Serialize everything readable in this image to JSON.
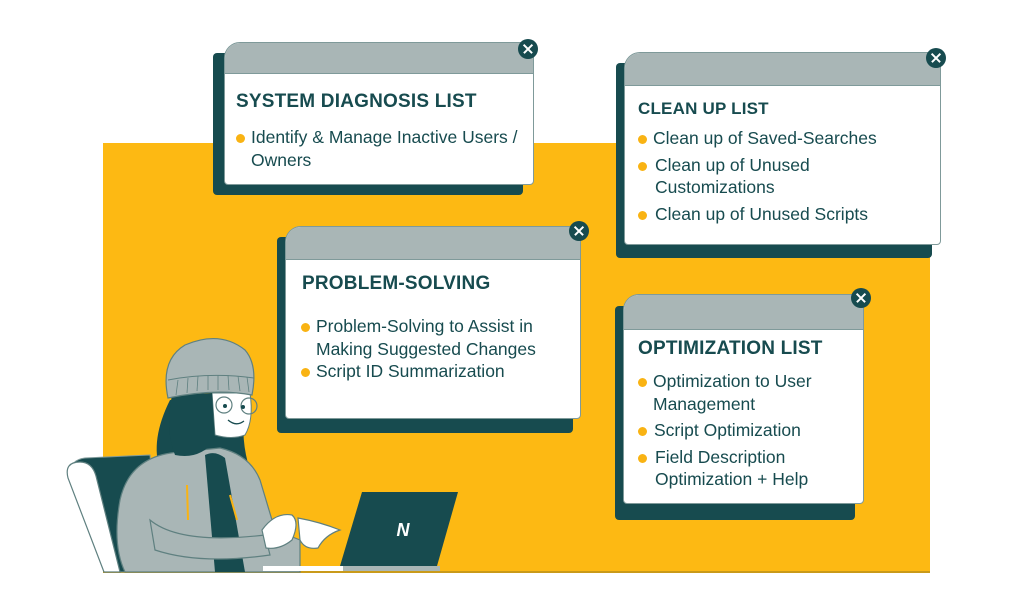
{
  "colors": {
    "accent_yellow": "#FDB913",
    "dark_teal": "#174B4F",
    "header_grey": "#A9B6B6",
    "bullet_yellow": "#F9B313",
    "card_white": "#FFFFFF"
  },
  "cards": [
    {
      "title": "SYSTEM DIAGNOSIS LIST",
      "items": [
        "Identify & Manage Inactive Users / Owners"
      ],
      "close_icon": "close-x-icon"
    },
    {
      "title": "CLEAN UP LIST",
      "items": [
        "Clean up of Saved-Searches",
        "Clean up of Unused Customizations",
        "Clean up of Unused Scripts"
      ],
      "close_icon": "close-x-icon"
    },
    {
      "title": "PROBLEM-SOLVING",
      "items": [
        "Problem-Solving to Assist in Making Suggested Changes",
        "Script ID Summarization"
      ],
      "close_icon": "close-x-icon"
    },
    {
      "title": "OPTIMIZATION LIST",
      "items": [
        "Optimization to User Management",
        "Script Optimization",
        "Field Description Optimization + Help"
      ],
      "close_icon": "close-x-icon"
    }
  ],
  "illustration": {
    "subject": "person-in-beanie-typing-on-laptop",
    "laptop_logo": "N"
  }
}
